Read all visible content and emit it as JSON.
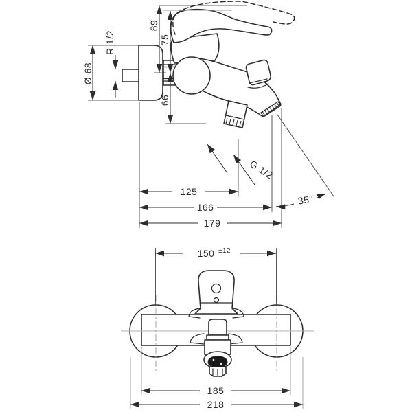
{
  "diagram": {
    "kind": "technical dimension drawing, wall-mounted single-lever bath mixer, two orthographic views",
    "colors": {
      "line": "#2d2d2d",
      "centerline": "#9a9a9a",
      "background": "#ffffff",
      "aerator_fill": "#1a1a1a"
    },
    "side_view": {
      "dim_height_lever_raised": "89",
      "dim_height_lever": "75",
      "dim_height_below_center": "66",
      "dim_escutcheon_diameter": "Ø 68",
      "dim_wall_thread": "R 1/2",
      "dim_depth_shower_outlet": "125",
      "dim_depth_aerator": "166",
      "dim_depth_overall": "179",
      "dim_shower_hose_thread": "G 1/2",
      "dim_spout_angle": "35°"
    },
    "front_view": {
      "dim_connection_centers": "150",
      "dim_connection_tolerance": "±12",
      "dim_body_width": "185",
      "dim_overall_width": "218"
    }
  }
}
